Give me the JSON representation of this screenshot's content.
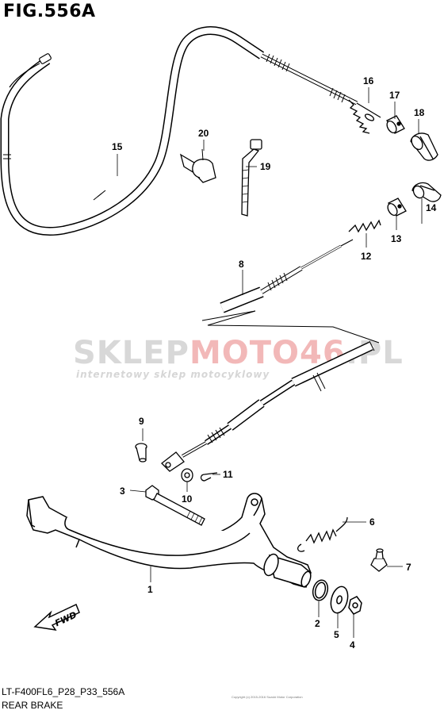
{
  "figure": {
    "title": "FIG.556A",
    "code": "LT-F400FL6_P28_P33_556A",
    "name": "REAR BRAKE",
    "note": "Copyright (c) 2015-2016 Suzuki Motor Corporation"
  },
  "watermark": {
    "part1": "SKLEP",
    "part2": "MOTO",
    "part3": "46",
    "part4": ".PL",
    "subtitle": "internetowy sklep motocyklowy",
    "colors": {
      "dark": "#d8d8d8",
      "accent": "#f2b8b8"
    }
  },
  "fwd_label": "FWD",
  "callouts": [
    {
      "num": "1"
    },
    {
      "num": "2"
    },
    {
      "num": "3"
    },
    {
      "num": "4"
    },
    {
      "num": "5"
    },
    {
      "num": "6"
    },
    {
      "num": "7"
    },
    {
      "num": "8"
    },
    {
      "num": "9"
    },
    {
      "num": "10"
    },
    {
      "num": "11"
    },
    {
      "num": "12"
    },
    {
      "num": "13"
    },
    {
      "num": "14"
    },
    {
      "num": "15"
    },
    {
      "num": "16"
    },
    {
      "num": "17"
    },
    {
      "num": "18"
    },
    {
      "num": "19"
    },
    {
      "num": "20"
    }
  ]
}
